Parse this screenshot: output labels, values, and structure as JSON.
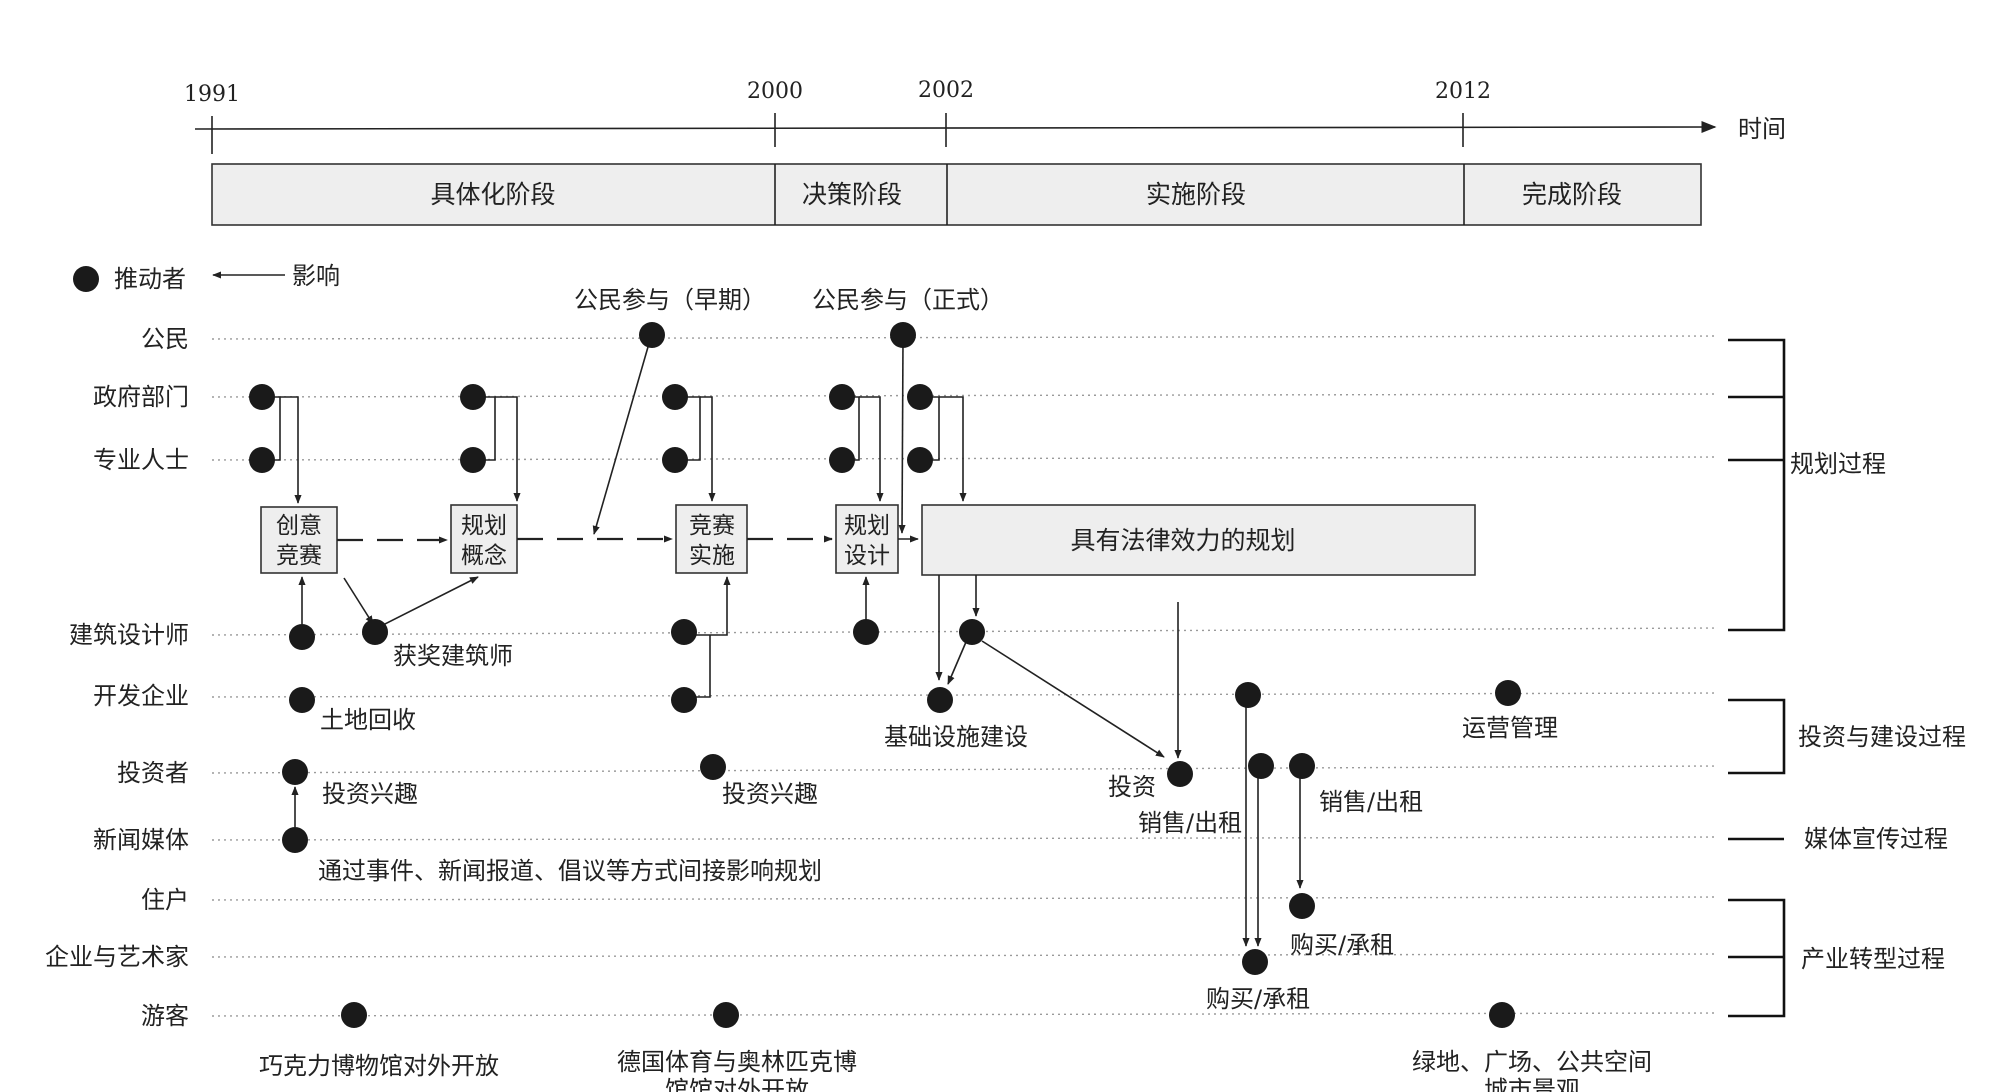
{
  "timeline": {
    "years": [
      "1991",
      "2000",
      "2002",
      "2012"
    ],
    "axis_label": "时间"
  },
  "stages": [
    "具体化阶段",
    "决策阶段",
    "实施阶段",
    "完成阶段"
  ],
  "legend": {
    "actor": "推动者",
    "influence": "影响"
  },
  "rows": [
    "公民",
    "政府部门",
    "专业人士",
    "建筑设计师",
    "开发企业",
    "投资者",
    "新闻媒体",
    "住户",
    "企业与艺术家",
    "游客"
  ],
  "boxes": {
    "b1_line1": "创意",
    "b1_line2": "竞赛",
    "b2_line1": "规划",
    "b2_line2": "概念",
    "b3_line1": "竞赛",
    "b3_line2": "实施",
    "b4_line1": "规划",
    "b4_line2": "设计",
    "legal_plan": "具有法律效力的规划"
  },
  "annotations": {
    "citizen_early": "公民参与（早期）",
    "citizen_formal": "公民参与（正式）",
    "award_architect": "获奖建筑师",
    "land_recovery": "土地回收",
    "invest_interest_1": "投资兴趣",
    "invest_interest_2": "投资兴趣",
    "media_note": "通过事件、新闻报道、倡议等方式间接影响规划",
    "infrastructure": "基础设施建设",
    "operation": "运营管理",
    "invest": "投资",
    "sale_rent_1": "销售/出租",
    "sale_rent_2": "销售/出租",
    "buy_rent_1": "购买/承租",
    "buy_rent_2": "购买/承租",
    "museum": "巧克力博物馆对外开放",
    "olympic_line1": "德国体育与奥林匹克博",
    "olympic_line2": "馆馆对外开放",
    "green_line1": "绿地、广场、公共空间",
    "green_line2": "城市景观"
  },
  "processes": [
    "规划过程",
    "投资与建设过程",
    "媒体宣传过程",
    "产业转型过程"
  ]
}
